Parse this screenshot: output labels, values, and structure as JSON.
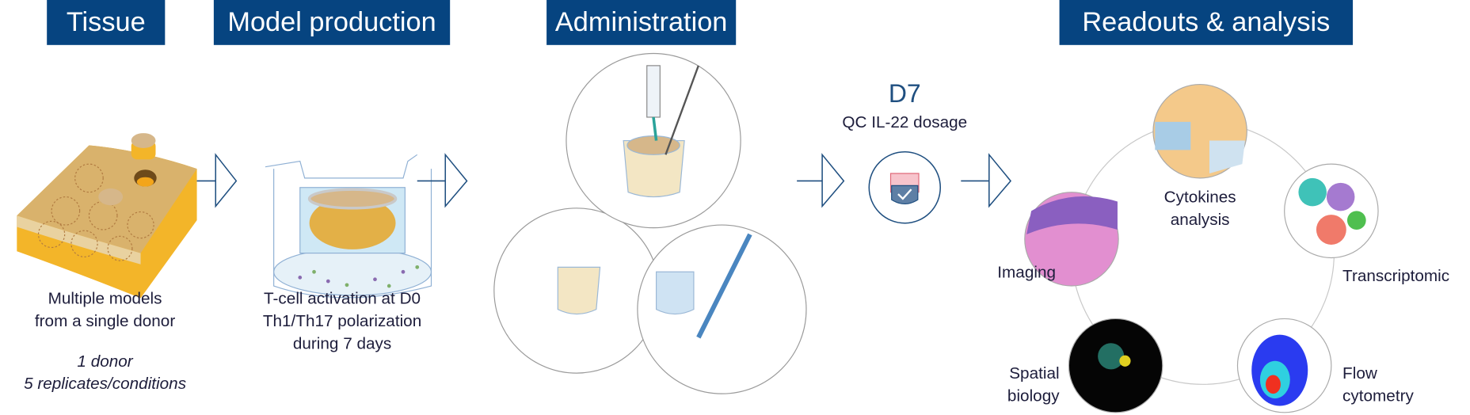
{
  "stages": {
    "tissue": {
      "title": "Tissue",
      "caption": [
        "Multiple models",
        "from a single donor"
      ],
      "note": [
        "1 donor",
        "5 replicates/conditions"
      ]
    },
    "model_production": {
      "title": "Model production",
      "caption": [
        "T-cell activation at D0",
        "Th1/Th17 polarization",
        "during 7 days"
      ]
    },
    "administration": {
      "title": "Administration"
    },
    "qc": {
      "day": "D7",
      "label": "QC IL-22 dosage"
    },
    "readouts": {
      "title": "Readouts & analysis",
      "items": [
        {
          "label": [
            "Cytokines",
            "analysis"
          ]
        },
        {
          "label": [
            "Imaging"
          ]
        },
        {
          "label": [
            "Transcriptomic"
          ]
        },
        {
          "label": [
            "Spatial",
            "biology"
          ]
        },
        {
          "label": [
            "Flow",
            "cytometry"
          ]
        }
      ]
    }
  },
  "colors": {
    "banner": "#064480",
    "arrow": "#1f4f80",
    "text": "#1d1d3b",
    "tissue": "#e8b23a"
  }
}
